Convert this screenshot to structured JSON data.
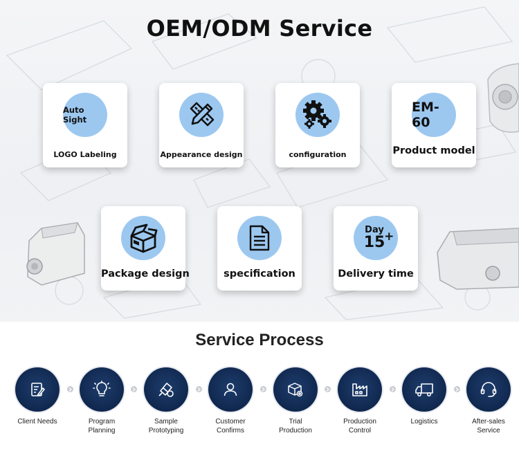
{
  "header": {
    "title": "OEM/ODM Service"
  },
  "services": [
    {
      "circle_text": "Auto Sight",
      "label": "LOGO Labeling",
      "icon": "brand-text-icon"
    },
    {
      "circle_text": "",
      "label": "Appearance design",
      "icon": "ruler-pencil-icon"
    },
    {
      "circle_text": "",
      "label": "configuration",
      "icon": "gears-icon"
    },
    {
      "circle_text": "EM-60",
      "label": "Product model",
      "icon": "model-text-icon"
    },
    {
      "circle_text": "",
      "label": "Package design",
      "icon": "box-icon"
    },
    {
      "circle_text": "",
      "label": "specification",
      "icon": "document-icon"
    },
    {
      "circle_text": "Day",
      "circle_number": "15",
      "circle_suffix": "+",
      "label": "Delivery time",
      "icon": "day-counter-icon"
    }
  ],
  "process": {
    "title": "Service Process",
    "steps": [
      {
        "line1": "Client Needs",
        "line2": "",
        "icon": "edit-document-icon"
      },
      {
        "line1": "Program",
        "line2": "Planning",
        "icon": "lightbulb-icon"
      },
      {
        "line1": "Sample",
        "line2": "Prototyping",
        "icon": "prototype-icon"
      },
      {
        "line1": "Customer",
        "line2": "Confirms",
        "icon": "user-icon"
      },
      {
        "line1": "Trial",
        "line2": "Production",
        "icon": "package-gear-icon"
      },
      {
        "line1": "Production",
        "line2": "Control",
        "icon": "factory-icon"
      },
      {
        "line1": "Logistics",
        "line2": "",
        "icon": "truck-icon"
      },
      {
        "line1": "After-sales",
        "line2": "Service",
        "icon": "headset-icon"
      }
    ]
  },
  "colors": {
    "circle_fill": "#9cc8f0",
    "step_disc": "#12294f",
    "title_text": "#111111"
  }
}
